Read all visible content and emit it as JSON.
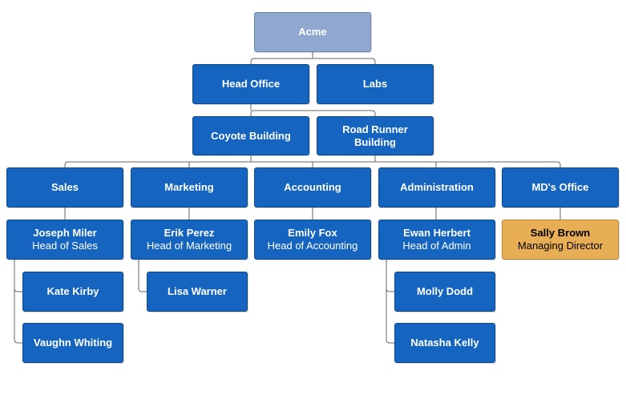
{
  "root": {
    "title": "Acme"
  },
  "level1": {
    "head_office": "Head Office",
    "labs": "Labs"
  },
  "level2": {
    "coyote": "Coyote Building",
    "road_runner": "Road Runner Building"
  },
  "departments": {
    "sales": "Sales",
    "marketing": "Marketing",
    "accounting": "Accounting",
    "administration": "Administration",
    "mds_office": "MD's Office"
  },
  "heads": {
    "sales": {
      "name": "Joseph Miler",
      "role": "Head of Sales"
    },
    "marketing": {
      "name": "Erik Perez",
      "role": "Head of Marketing"
    },
    "accounting": {
      "name": "Emily Fox",
      "role": "Head of Accounting"
    },
    "admin": {
      "name": "Ewan Herbert",
      "role": "Head of Admin"
    },
    "md": {
      "name": "Sally Brown",
      "role": "Managing Director"
    }
  },
  "staff": {
    "kate": "Kate Kirby",
    "vaughn": "Vaughn Whiting",
    "lisa": "Lisa Warner",
    "molly": "Molly Dodd",
    "natasha": "Natasha Kelly"
  },
  "colors": {
    "node": "#1565c0",
    "root": "#8fa8d0",
    "highlight": "#e8ae56",
    "connector": "#666666"
  }
}
